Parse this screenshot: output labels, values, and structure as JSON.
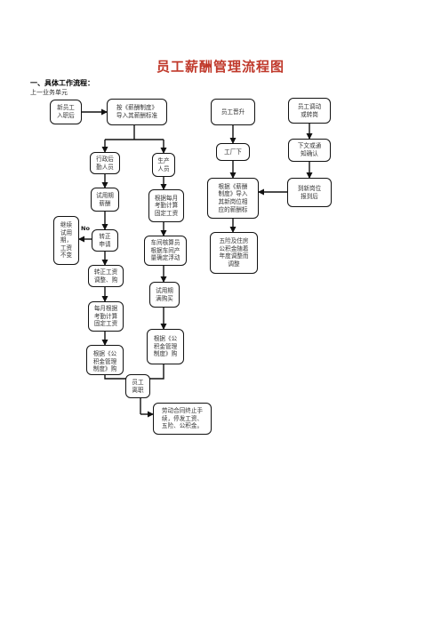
{
  "title": "员工薪酬管理流程图",
  "section_heading": "一、具体工作流程：",
  "sub_heading": "上一业务单元",
  "no_label": "No",
  "nodes": {
    "new_employee": "新员工\n入职后",
    "import_standard": "按《薪酬制度》\n导入其薪酬标准",
    "admin_staff": "行政后\n勤人员",
    "production_staff": "生产\n人员",
    "probation_pay": "试用期\n薪酬",
    "monthly_fixed_wage_a": "根据每月\n考勤计算\n固定工资",
    "continue_probation": "继续\n试用\n期，\n工资\n不变",
    "confirm_apply": "转正\n申请",
    "workshop_floating": "车间核算员\n根据车间产\n量确定浮动",
    "regular_adjust": "转正工资\n调整、购",
    "probation_expire": "试用期\n满购买",
    "monthly_fixed_wage_b": "每月根据\n考勤计算\n固定工资",
    "fund_purchase_a": "根据《公\n积金管理\n制度》购",
    "fund_purchase_b": "根据《公\n积金管理\n制度》购",
    "resign": "员工\n离职",
    "terminate": "劳动合同终止手\n续，停发工资、\n五险、公积金。",
    "promotion": "员工晋升",
    "transfer": "员工调动\n或转岗",
    "factory_notice": "工厂下",
    "issue_notice": "下文或通\n知确认",
    "new_position_pay": "根据《薪酬\n制度》导入\n其新岗位相\n应的薪酬标",
    "report_new_post": "到新岗位\n报到后",
    "insurance_adjust": "五险及住房\n公积金随着\n年度调整而\n调整"
  }
}
